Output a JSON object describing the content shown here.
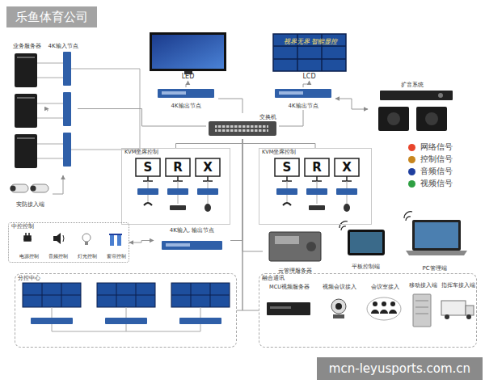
{
  "diagram": {
    "nodes": [
      {
        "text": [
          "业务服务器"
        ]
      },
      {
        "text": [
          "4K输入节点"
        ]
      },
      {
        "text": [
          "安防接入端"
        ]
      },
      {
        "text": [
          "LED"
        ]
      },
      {
        "text": [
          "4K输出节点"
        ]
      },
      {
        "text": [
          "交换机"
        ]
      },
      {
        "text": [
          "LCD"
        ]
      },
      {
        "text": [
          "4K输出节点"
        ]
      },
      {
        "text": [
          "扩音系统"
        ]
      },
      {
        "text": [
          "KVM坐席控制"
        ]
      },
      {
        "text": [
          "KVM坐席控制"
        ]
      },
      {
        "text": [
          "中控控制"
        ]
      },
      {
        "text": [
          "电源控制"
        ],
        "in": 11
      },
      {
        "text": [
          "音频控制"
        ],
        "in": 11
      },
      {
        "text": [
          "灯光控制"
        ],
        "in": 11
      },
      {
        "text": [
          "窗帘控制"
        ],
        "in": 11
      },
      {
        "text": [
          "4K输入, 输出节点"
        ]
      },
      {
        "text": [
          "云管理服务器"
        ]
      },
      {
        "text": [
          "平板控制端"
        ]
      },
      {
        "text": [
          "PC管理端"
        ]
      },
      {
        "text": [
          "分控中心"
        ]
      },
      {
        "text": [
          "融合通讯"
        ]
      },
      {
        "text": [
          "MCU视频服务器"
        ],
        "in": 21
      },
      {
        "text": [
          "视频会议接入"
        ],
        "in": 21
      },
      {
        "text": [
          "会议室接入"
        ],
        "in": 21
      },
      {
        "text": [
          "移动接入端"
        ],
        "in": 21
      },
      {
        "text": [
          "指挥车接入端"
        ],
        "in": 21
      }
    ],
    "edges": [
      {
        "from": 0,
        "to": 1,
        "arrow": "to"
      },
      {
        "from": 2,
        "to": 1,
        "arrow": "to"
      },
      {
        "from": 1,
        "to": 5,
        "arrow": "none"
      },
      {
        "from": 5,
        "to": 4,
        "arrow": "none"
      },
      {
        "from": 4,
        "to": 3,
        "arrow": "to"
      },
      {
        "from": 5,
        "to": 7,
        "arrow": "none"
      },
      {
        "from": 7,
        "to": 6,
        "arrow": "to"
      },
      {
        "from": 7,
        "to": 8,
        "arrow": "both"
      },
      {
        "from": 5,
        "to": 9,
        "arrow": "none"
      },
      {
        "from": 5,
        "to": 10,
        "arrow": "none"
      },
      {
        "from": 11,
        "to": 16,
        "arrow": "both"
      },
      {
        "from": 16,
        "to": 5,
        "arrow": "none"
      },
      {
        "from": 5,
        "to": 17,
        "arrow": "none"
      },
      {
        "from": 5,
        "to": 20,
        "arrow": "none"
      },
      {
        "from": 5,
        "to": 21,
        "arrow": "none"
      }
    ],
    "labels": [
      "乐鱼体育公司",
      "视界无界 智能显控",
      "S",
      "R",
      "X",
      "S",
      "R",
      "X",
      "mcn-leyusports.com.cn"
    ],
    "legend": [
      {
        "text": "网络信号",
        "color": "#e8452c"
      },
      {
        "text": "控制信号",
        "color": "#c8861e"
      },
      {
        "text": "音频信号",
        "color": "#1f3f9f"
      },
      {
        "text": "视频信号",
        "color": "#2ea043"
      }
    ]
  }
}
